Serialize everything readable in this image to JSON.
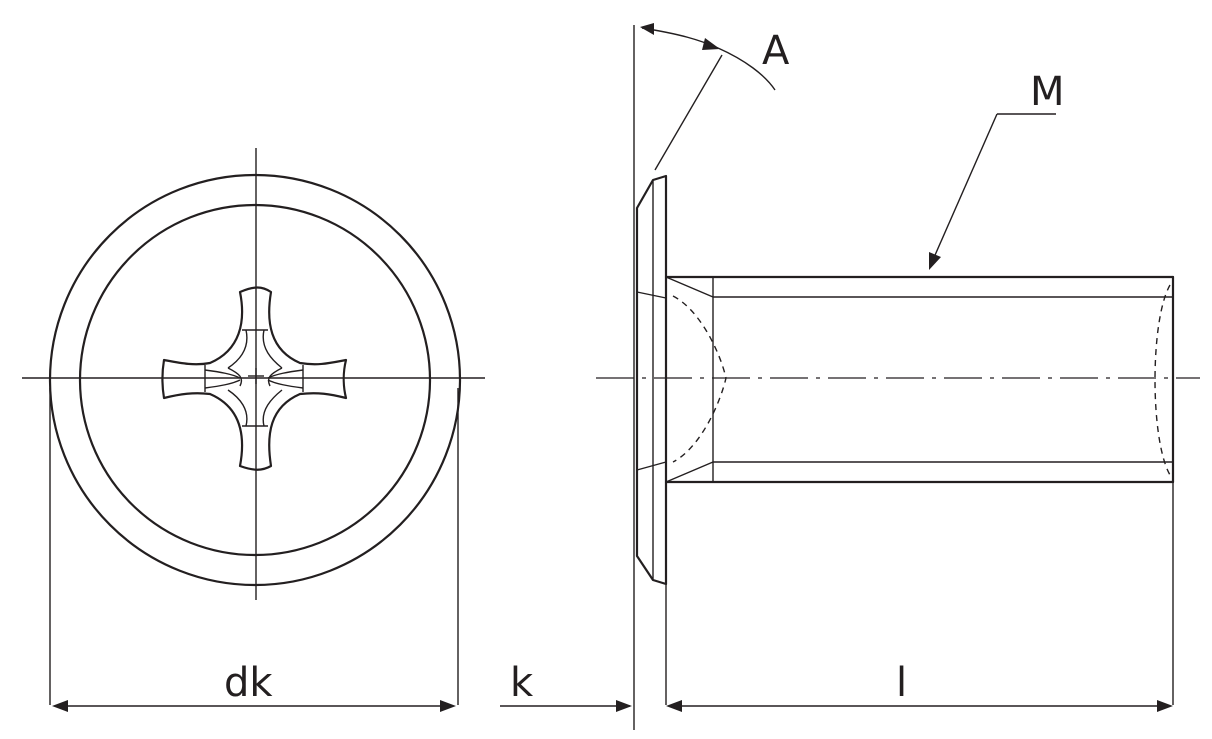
{
  "labels": {
    "angle": "A",
    "thread": "M",
    "head_diameter": "dk",
    "head_height": "k",
    "length": "l"
  },
  "colors": {
    "line": "#231f20",
    "background": "#ffffff"
  }
}
